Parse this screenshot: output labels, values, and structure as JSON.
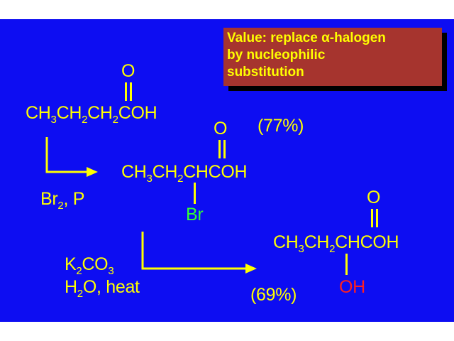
{
  "value_box": {
    "line1": "Value:  replace α-halogen",
    "line2": "by nucleophilic",
    "line3": "substitution"
  },
  "starting_material": {
    "o": "O",
    "p1": "CH",
    "s1": "3",
    "p2": "CH",
    "s2": "2",
    "p3": "CH",
    "s3": "2",
    "p4": "COH"
  },
  "step1": {
    "reagent": "Br",
    "sub": "2",
    "rest": ", P"
  },
  "bromo_acid": {
    "o": "O",
    "p1": "CH",
    "s1": "3",
    "p2": "CH",
    "s2": "2",
    "p3": "CHCOH",
    "substituent": "Br"
  },
  "yield1": "(77%)",
  "step2": {
    "l1a": "K",
    "l1s1": "2",
    "l1b": "CO",
    "l1s2": "3",
    "l2a": "H",
    "l2s": "2",
    "l2b": "O, heat"
  },
  "hydroxy_acid": {
    "o": "O",
    "p1": "CH",
    "s1": "3",
    "p2": "CH",
    "s2": "2",
    "p3": "CHCOH",
    "substituent": "OH"
  },
  "yield2": "(69%)",
  "colors": {
    "background": "#0d0df2",
    "text": "#ffff00",
    "br": "#33ff33",
    "oh": "#ff2020",
    "box": "#a6342e"
  }
}
